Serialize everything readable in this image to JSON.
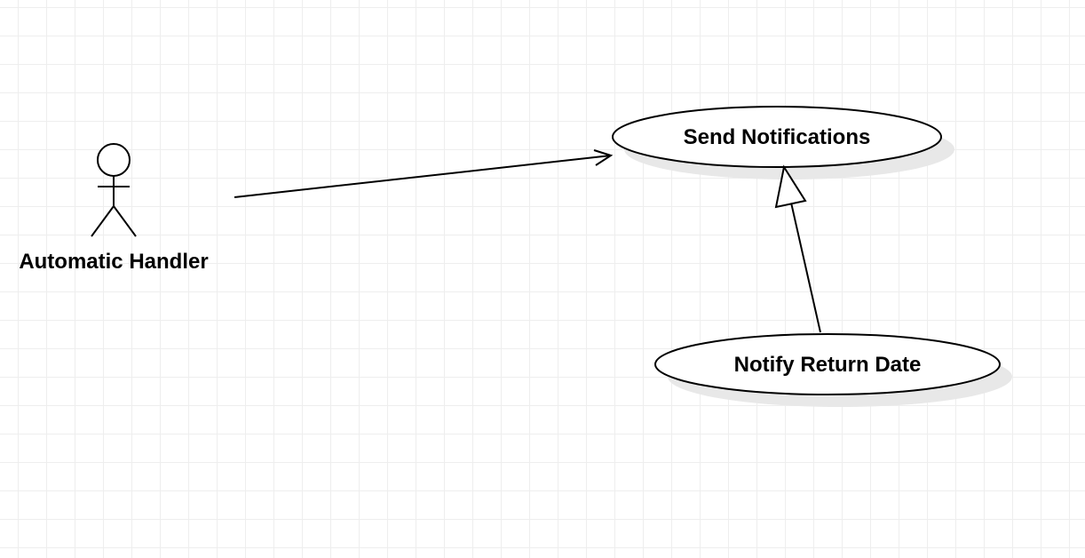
{
  "diagram": {
    "actors": [
      {
        "name": "Automatic Handler"
      }
    ],
    "use_cases": [
      {
        "name": "Send Notifications"
      },
      {
        "name": "Notify Return Date"
      }
    ],
    "relationships": [
      {
        "type": "association",
        "from": "Automatic Handler",
        "to": "Send Notifications"
      },
      {
        "type": "generalization",
        "from": "Notify Return Date",
        "to": "Send Notifications"
      }
    ]
  }
}
